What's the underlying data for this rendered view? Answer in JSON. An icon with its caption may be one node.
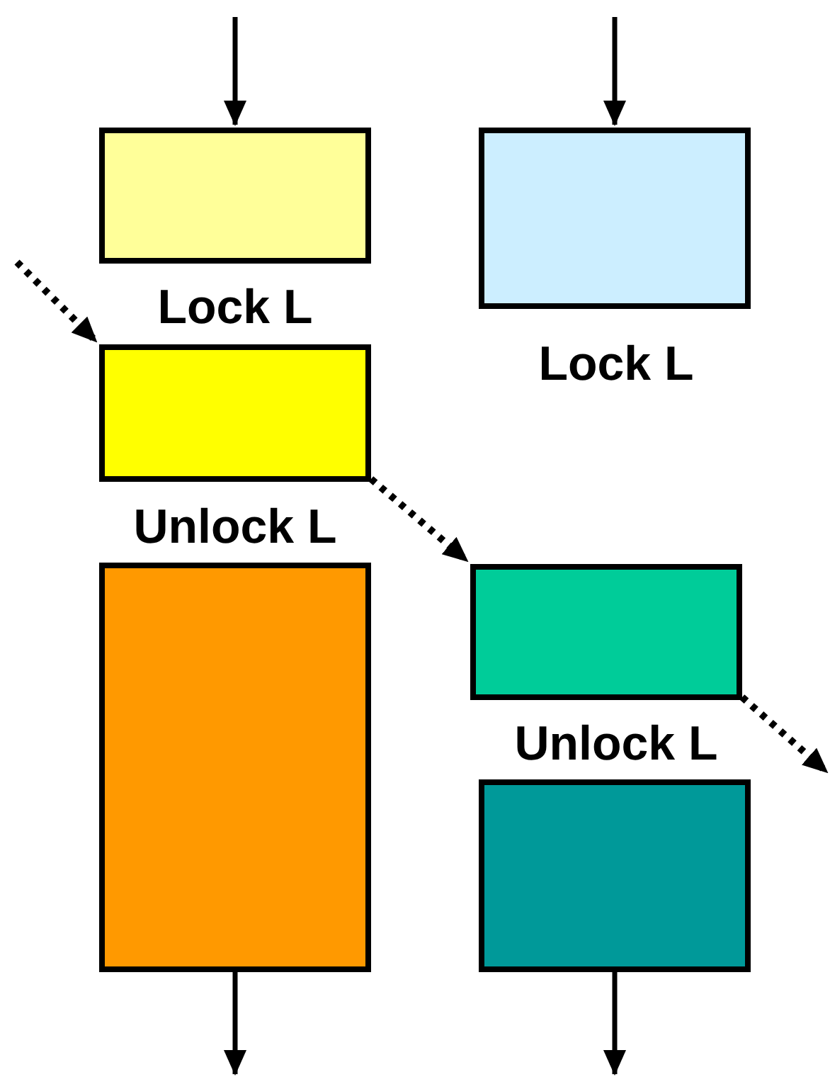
{
  "diagram": {
    "nodes": [
      {
        "text": [],
        "shape": "box",
        "beside": [
          "Lock L"
        ]
      },
      {
        "text": [],
        "shape": "box",
        "beside": [
          "Lock L"
        ]
      },
      {
        "text": [],
        "shape": "box",
        "beside": [
          "Unlock L"
        ]
      },
      {
        "text": [],
        "shape": "box"
      },
      {
        "text": [],
        "shape": "box",
        "beside": [
          "Unlock L"
        ]
      },
      {
        "text": [],
        "shape": "box"
      }
    ],
    "edges": [
      {
        "from": null,
        "to": 0,
        "arrow": "to"
      },
      {
        "from": null,
        "to": 1,
        "arrow": "to"
      },
      {
        "from": null,
        "to": 2,
        "arrow": "to",
        "style": "dashed"
      },
      {
        "from": 2,
        "to": 4,
        "arrow": "to",
        "style": "dashed"
      },
      {
        "from": 4,
        "to": null,
        "arrow": "to",
        "style": "dashed"
      },
      {
        "from": 3,
        "to": null,
        "arrow": "to"
      },
      {
        "from": 5,
        "to": null,
        "arrow": "to"
      }
    ]
  }
}
